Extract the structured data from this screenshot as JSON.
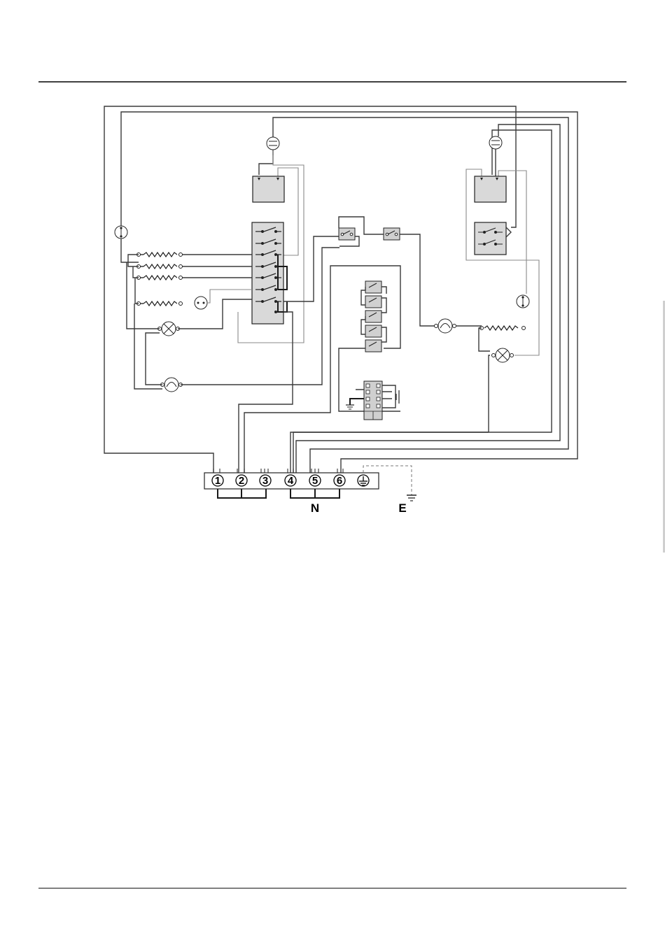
{
  "terminal_block": {
    "terminals": [
      "1",
      "2",
      "3",
      "4",
      "5",
      "6"
    ],
    "earth_symbol": "earth-icon"
  },
  "labels": {
    "neutral": "N",
    "earth": "E"
  },
  "colors": {
    "wire": "#3a3a3a",
    "wire_light": "#8a8a8a",
    "component_fill": "#d9d9d9",
    "rule": "#000000"
  }
}
